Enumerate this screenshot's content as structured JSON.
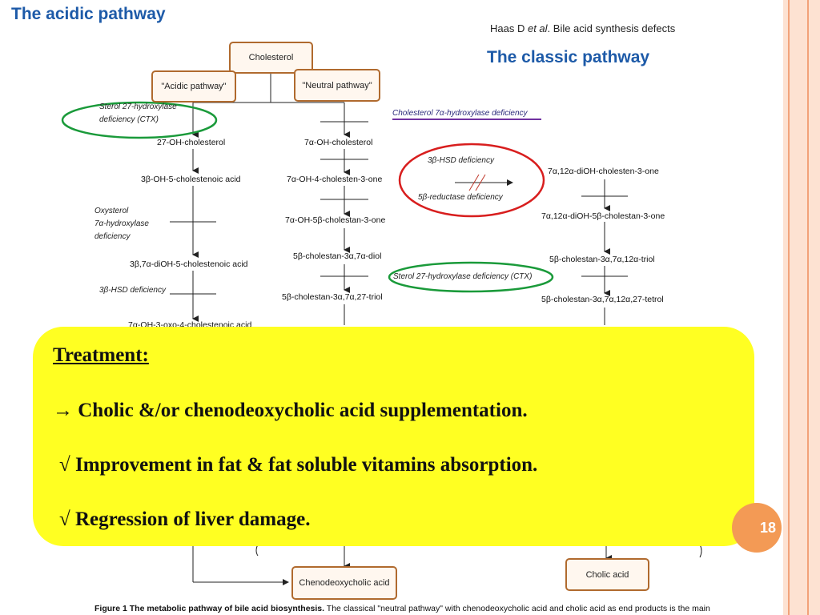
{
  "headings": {
    "acidic": "The acidic pathway",
    "classic": "The classic pathway",
    "citation_prefix": "Haas D ",
    "citation_italic": "et al",
    "citation_suffix": ". Bile acid synthesis defects"
  },
  "boxes": {
    "cholesterol": "Cholesterol",
    "acidic_pathway": "\"Acidic pathway\"",
    "neutral_pathway": "\"Neutral pathway\"",
    "chenodeoxycholic": "Chenodeoxycholic acid",
    "cholic": "Cholic acid"
  },
  "left_column": [
    "27-OH-cholesterol",
    "3β-OH-5-cholestenoic acid",
    "3β,7α-diOH-5-cholestenoic acid",
    "7α-OH-3-oxo-4-cholestenoic acid"
  ],
  "middle_column": [
    "7α-OH-cholesterol",
    "7α-OH-4-cholesten-3-one",
    "7α-OH-5β-cholestan-3-one",
    "5β-cholestan-3α,7α-diol",
    "5β-cholestan-3α,7α,27-triol"
  ],
  "right_column": [
    "7α,12α-diOH-cholesten-3-one",
    "7α,12α-diOH-5β-cholestan-3-one",
    "5β-cholestan-3α,7α,12α-triol",
    "5β-cholestan-3α,7α,12α,27-tetrol"
  ],
  "deficiencies": {
    "sterol27_line1": "Sterol 27-hydroxylase",
    "sterol27_line2": "deficiency (CTX)",
    "oxysterol_line1": "Oxysterol",
    "oxysterol_line2": "7α-hydroxylase",
    "oxysterol_line3": "deficiency",
    "hsd_left": "3β-HSD deficiency",
    "cyp7a1": "Cholesterol 7α-hydroxylase deficiency",
    "hsd_middle": "3β-HSD deficiency",
    "reductase": "5β-reductase deficiency",
    "sterol27_middle": "Sterol 27-hydroxylase deficiency (CTX)"
  },
  "treatment": {
    "title": "Treatment:",
    "line1": "→ Cholic &/or chenodeoxycholic acid supplementation.",
    "line2": "√ Improvement in fat & fat soluble vitamins absorption.",
    "line3": "√ Regression of liver damage."
  },
  "page_number": "18",
  "caption": {
    "bold": "Figure 1  The metabolic pathway of bile acid biosynthesis.",
    "text": " The classical \"neutral pathway\" with chenodeoxycholic acid and cholic acid as end products is the main"
  },
  "colors": {
    "heading": "#1d5aa8",
    "box_border": "#b06a2e",
    "callout": "#ffff22",
    "ellipse_green": "#1a9a3a",
    "ellipse_red": "#d81e1e",
    "underline_purple": "#7030a0",
    "badge": "#f39a55",
    "strip": "#fde2d2"
  }
}
